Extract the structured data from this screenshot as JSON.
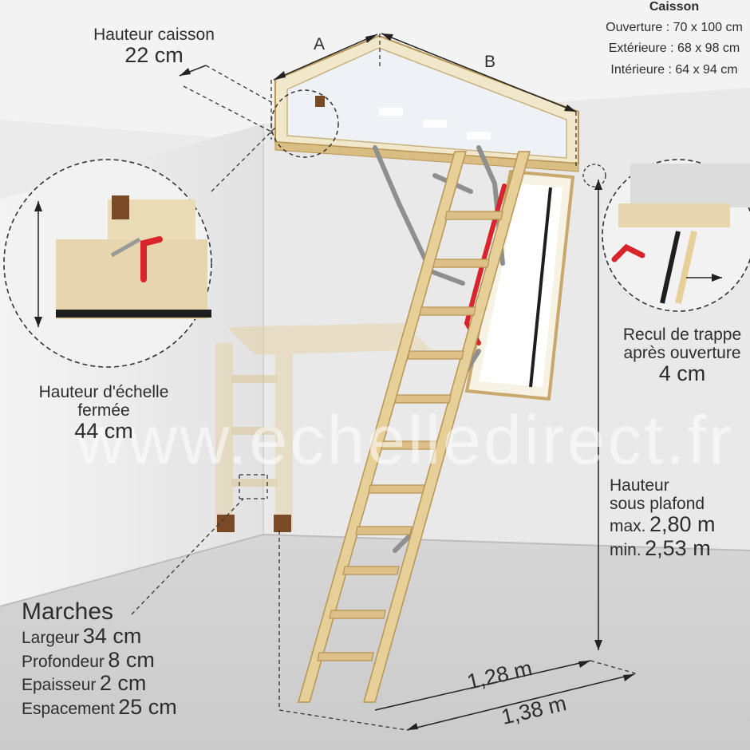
{
  "caisson": {
    "title": "Caisson",
    "opening": "Ouverture : 70 x 100 cm",
    "exterior": "Extérieure : 68 x 98 cm",
    "interior": "Intérieure : 64 x 94 cm"
  },
  "dim_a": "A",
  "dim_b": "B",
  "box_height": {
    "label": "Hauteur caisson",
    "value": "22 cm"
  },
  "closed_height": {
    "line1": "Hauteur d'échelle",
    "line2": "fermée",
    "value": "44 cm"
  },
  "hatch_offset": {
    "line1": "Recul de trappe",
    "line2": "après ouverture",
    "value": "4 cm"
  },
  "ceiling": {
    "line1": "Hauteur",
    "line2": "sous plafond",
    "max_label": "max.",
    "max_value": "2,80 m",
    "min_label": "min.",
    "min_value": "2,53 m"
  },
  "floor_1": "1,28 m",
  "floor_2": "1,38 m",
  "steps": {
    "title": "Marches",
    "width_label": "Largeur",
    "width_value": "34 cm",
    "depth_label": "Profondeur",
    "depth_value": "8 cm",
    "thick_label": "Epaisseur",
    "thick_value": "2 cm",
    "spacing_label": "Espacement",
    "spacing_value": "25 cm"
  },
  "watermark": "www.echelledirect.fr",
  "colors": {
    "wood": "#e7cf98",
    "wood_dark": "#b89455",
    "red_handle": "#d8242a",
    "metal": "#9a9a9a",
    "background": "#e9e9e9"
  }
}
